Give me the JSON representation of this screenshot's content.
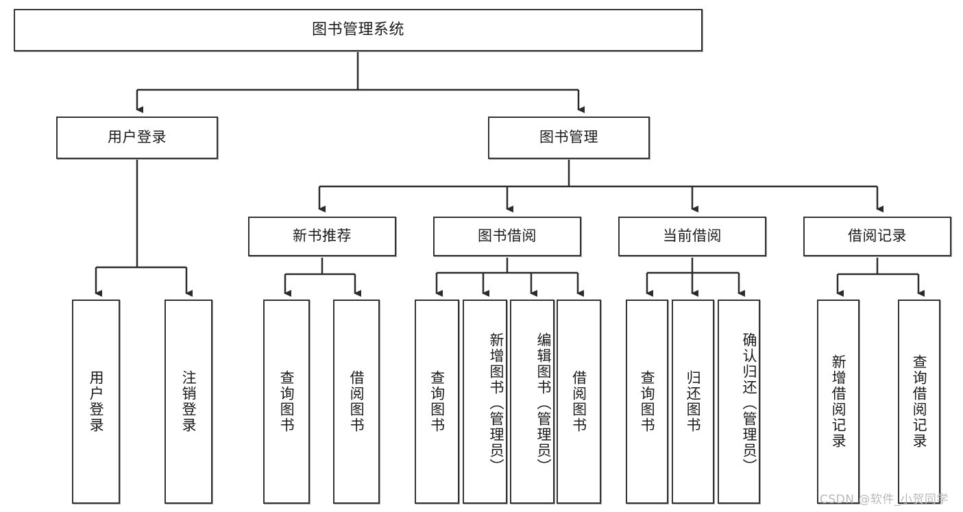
{
  "diagram": {
    "title": "图书管理系统",
    "type": "tree-hierarchy",
    "levels": 4,
    "root": {
      "label": "图书管理系统"
    },
    "level2": [
      {
        "label": "用户登录"
      },
      {
        "label": "图书管理"
      }
    ],
    "level3": [
      {
        "label": "新书推荐"
      },
      {
        "label": "图书借阅"
      },
      {
        "label": "当前借阅"
      },
      {
        "label": "借阅记录"
      }
    ],
    "leaves": {
      "user_login": [
        {
          "label": "用户登录"
        },
        {
          "label": "注销登录"
        }
      ],
      "new_book_recommend": [
        {
          "label": "查询图书"
        },
        {
          "label": "借阅图书"
        }
      ],
      "book_borrow": [
        {
          "label": "查询图书"
        },
        {
          "label": "新增图书（管理员）"
        },
        {
          "label": "编辑图书（管理员）"
        },
        {
          "label": "借阅图书"
        }
      ],
      "current_borrow": [
        {
          "label": "查询图书"
        },
        {
          "label": "归还图书"
        },
        {
          "label": "确认归还（管理员）"
        }
      ],
      "borrow_record": [
        {
          "label": "新增借阅记录"
        },
        {
          "label": "查询借阅记录"
        }
      ]
    }
  },
  "watermark": {
    "text": "CSDN @软件_小贺同学"
  },
  "colors": {
    "border": "#333333",
    "background": "#ffffff",
    "text": "#1a1a1a",
    "watermark": "#b9b9b9"
  }
}
